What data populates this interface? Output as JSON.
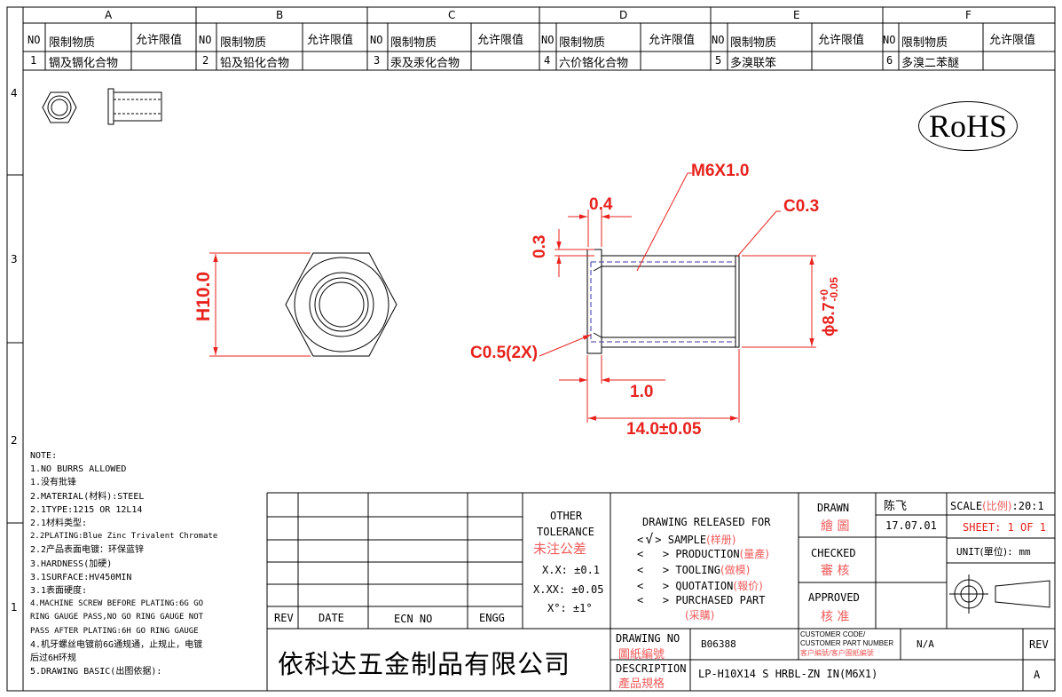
{
  "border_cols": [
    "A",
    "B",
    "C",
    "D",
    "E",
    "F"
  ],
  "border_rows": [
    "4",
    "3",
    "2",
    "1"
  ],
  "substances": {
    "headers": {
      "no": "NO",
      "substance": "限制物质",
      "limit": "允许限值"
    },
    "items": [
      {
        "no": "1",
        "name": "镉及镉化合物"
      },
      {
        "no": "2",
        "name": "铅及铅化合物"
      },
      {
        "no": "3",
        "name": "汞及汞化合物"
      },
      {
        "no": "4",
        "name": "六价铬化合物"
      },
      {
        "no": "5",
        "name": "多溴联笨"
      },
      {
        "no": "6",
        "name": "多溴二苯醚"
      }
    ]
  },
  "rohs": "RoHS",
  "dims": {
    "thread": "M6X1.0",
    "flange_thk": "0.4",
    "chamfer_top": "C0.3",
    "flange_h": "0.3",
    "hex_height": "H10.0",
    "dia_tol_plus": "+0",
    "dia": "ϕ8.7",
    "dia_tol_minus": "-0.05",
    "chamfer_2x": "C0.5(2X)",
    "len_small": "1.0",
    "len_total": "14.0±0.05"
  },
  "notes": [
    "NOTE:",
    "1.NO BURRS ALLOWED",
    "1.没有批锋",
    "2.MATERIAL(材料):STEEL",
    "2.1TYPE:1215 OR 12L14",
    "2.1材料类型:",
    "2.2PLATING:Blue Zinc Trivalent Chromate",
    "2.2产品表面电镀：环保蓝锌",
    "3.HARDNESS(加硬)",
    "3.1SURFACE:HV450MIN",
    "3.1表面硬度:",
    "4.MACHINE SCREW BEFORE PLATING:6G GO",
    "RING GAUGE PASS,NO GO RING GAUGE NOT",
    "PASS AFTER PLATING:6H GO RING GAUGE",
    "4.机牙螺丝电镀前6G通规通，止规止，电镀",
    "后过6H环规",
    "5.DRAWING BASIC(出图依据):"
  ],
  "revision_table": {
    "rev": "REV",
    "date": "DATE",
    "ecn": "ECN NO",
    "engg": "ENGG"
  },
  "tolerance": {
    "title1": "OTHER",
    "title2": "TOLERANCE",
    "title_zh": "未注公差",
    "xx": "X.X: ±0.1",
    "xxx": "X.XX: ±0.05",
    "angle": "X°: ±1°"
  },
  "release": {
    "title": "DRAWING RELEASED FOR",
    "check": "√",
    "items": [
      {
        "en": "SAMPLE",
        "zh": "(样册)"
      },
      {
        "en": "PRODUCTION",
        "zh": "(量產)"
      },
      {
        "en": "TOOLING",
        "zh": "(做模)"
      },
      {
        "en": "QUOTATION",
        "zh": "(報价)"
      },
      {
        "en": "PURCHASED PART",
        "zh": "(采購)"
      }
    ]
  },
  "signoff": {
    "drawn": "DRAWN",
    "drawn_zh": "繪 圖",
    "drawn_name": "陈飞",
    "drawn_date": "17.07.01",
    "checked": "CHECKED",
    "checked_zh": "審 核",
    "approved": "APPROVED",
    "approved_zh": "核 准"
  },
  "scale": {
    "label": "SCALE",
    "label_zh": "(比例)",
    "value": ":20:1"
  },
  "sheet": "SHEET:  1 OF 1",
  "unit": {
    "label": "UNIT",
    "label_zh": "(單位)",
    "value": ":  mm"
  },
  "company": "依科达五金制品有限公司",
  "drawing_no": {
    "label": "DRAWING NO",
    "label_zh": "圖紙編號",
    "value": "B06388"
  },
  "customer": {
    "l1": "CUSTOMER CODE/",
    "l2": "CUSTOMER PART NUMBER",
    "zh": "客户編號/客户圖紙編號",
    "value": "N/A"
  },
  "description": {
    "label": "DESCRIPTION",
    "label_zh": "產品規格",
    "value": "LP-H10X14 S HRBL-ZN IN(M6X1)"
  },
  "rev": {
    "label": "REV",
    "value": "A"
  },
  "colors": {
    "dim": "#e8231e",
    "line": "#000000",
    "hidden": "#3a3aa0"
  }
}
